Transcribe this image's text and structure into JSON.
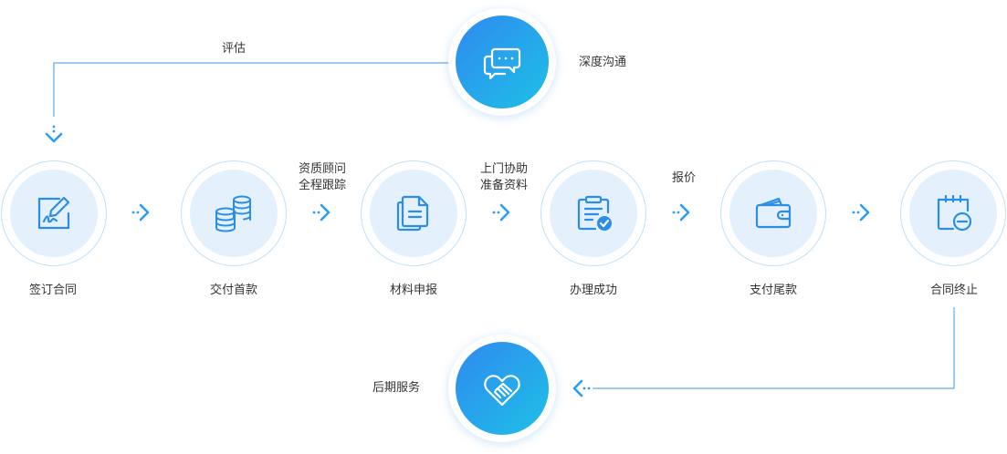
{
  "top": {
    "label": "深度沟通",
    "loop_label": "评估",
    "icon": "chat-bubbles-icon"
  },
  "steps": [
    {
      "label": "签订合同",
      "icon": "sign-pen-icon"
    },
    {
      "label": "交付首款",
      "icon": "coins-icon"
    },
    {
      "label": "材料申报",
      "icon": "documents-icon"
    },
    {
      "label": "办理成功",
      "icon": "clipboard-check-icon"
    },
    {
      "label": "支付尾款",
      "icon": "wallet-icon"
    },
    {
      "label": "合同终止",
      "icon": "clipboard-minus-icon"
    }
  ],
  "connectors": [
    {
      "lines": [
        "资质顾问",
        "全程跟踪"
      ]
    },
    {
      "lines": [
        "上门协助",
        "准备资料"
      ]
    },
    {
      "lines": [
        "报价"
      ]
    }
  ],
  "bottom": {
    "label": "后期服务",
    "icon": "handshake-icon"
  },
  "colors": {
    "accent": "#2a9df4",
    "line": "#3a9be0",
    "circle_bg": "#e4f1fc",
    "gradient_start": "#2f8af0",
    "gradient_end": "#1ec0e6"
  }
}
